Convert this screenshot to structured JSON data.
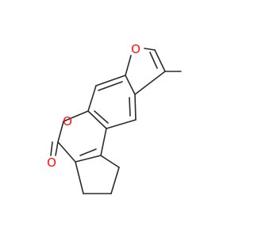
{
  "molecule": {
    "atom_labels": {
      "furan_oxygen": "O",
      "lactone_ring_oxygen": "O",
      "carbonyl_oxygen": "O"
    },
    "colors": {
      "oxygen": "#ff0d0d",
      "carbon_bond": "#2b2b2b",
      "background": "#ffffff"
    }
  }
}
